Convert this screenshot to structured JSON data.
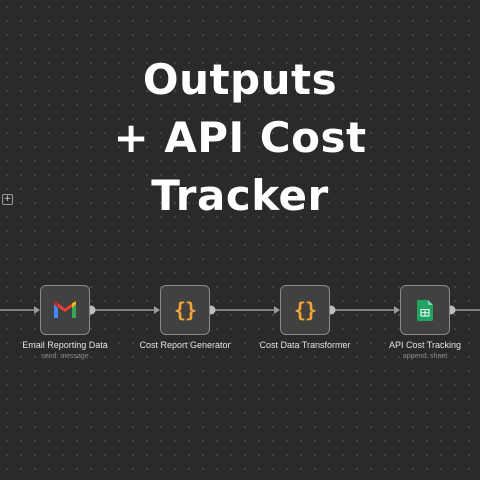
{
  "overlay_title": {
    "line1": "Outputs",
    "line2": "+ API Cost",
    "line3": "Tracker"
  },
  "canvas": {
    "add_button": "+"
  },
  "nodes": [
    {
      "label": "Email Reporting Data",
      "subtitle": "send: message",
      "icon": "gmail-icon"
    },
    {
      "label": "Cost Report Generator",
      "subtitle": "",
      "icon": "code-icon",
      "glyph": "{}"
    },
    {
      "label": "Cost Data Transformer",
      "subtitle": "",
      "icon": "code-icon",
      "glyph": "{}"
    },
    {
      "label": "API Cost Tracking",
      "subtitle": "append: sheet",
      "icon": "google-sheets-icon"
    }
  ],
  "colors": {
    "canvas_bg": "#2a2a2a",
    "node_bg": "#414141",
    "code_icon": "#f2a33a",
    "sheets_green": "#1fa463",
    "gmail_red": "#ea4335"
  }
}
